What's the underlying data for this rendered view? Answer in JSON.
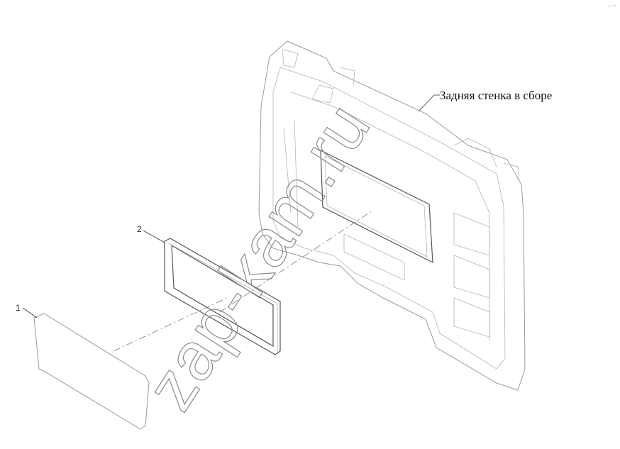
{
  "labels": {
    "assembly_callout": "Задняя стенка в сборе",
    "item_1": "1",
    "item_2": "2"
  },
  "watermark": {
    "text": "zap-kam.ru"
  },
  "colors": {
    "line_light": "#9a9a9a",
    "line_dark": "#555555",
    "text": "#111111"
  }
}
